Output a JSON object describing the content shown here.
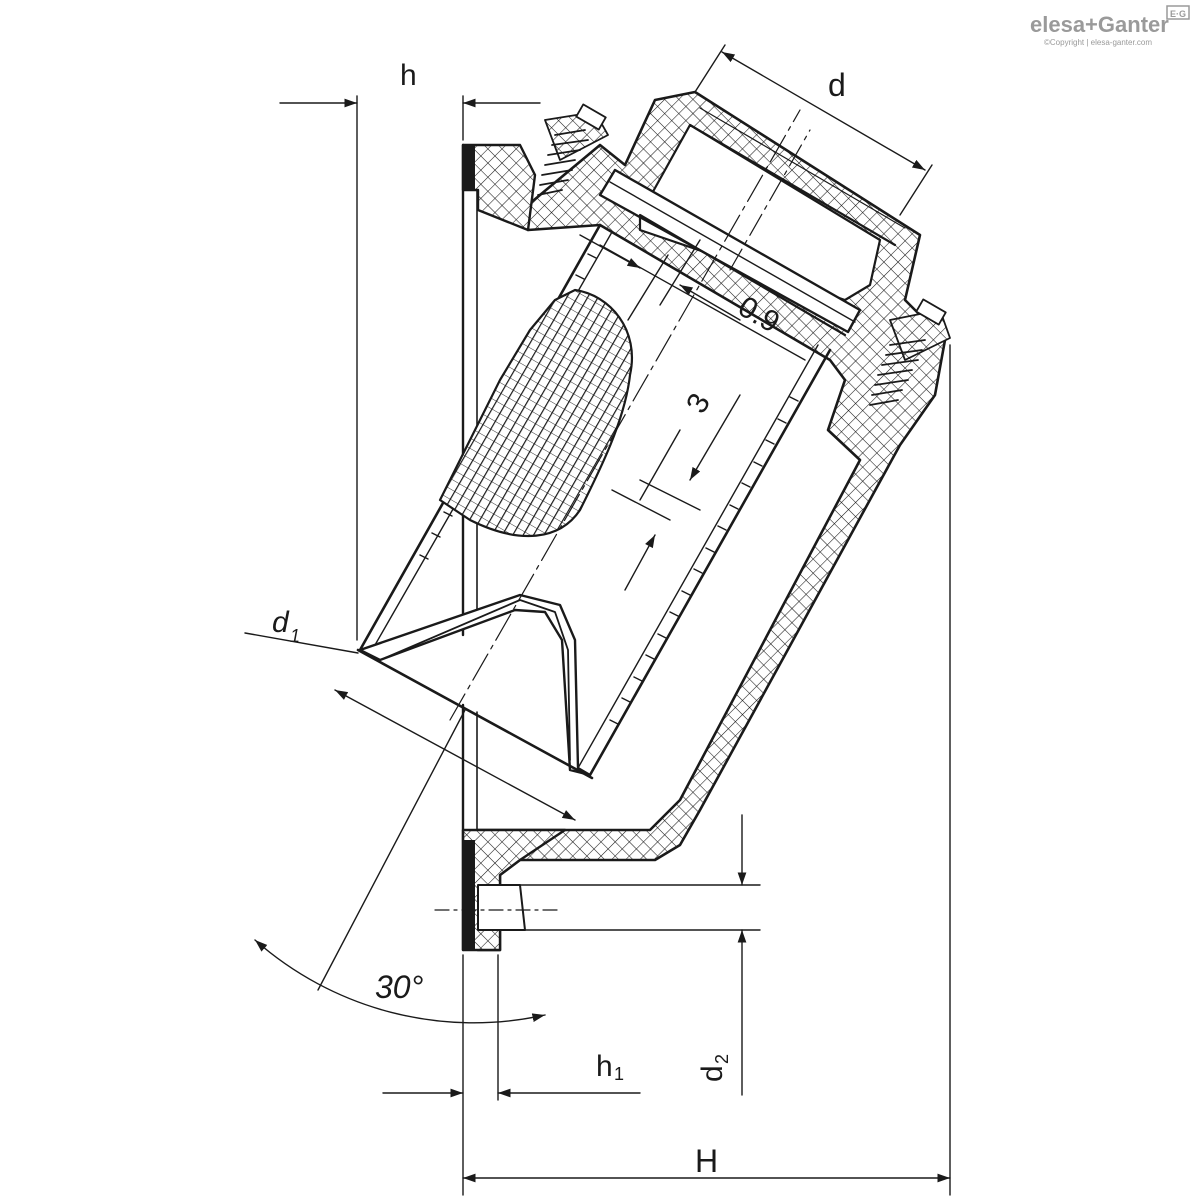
{
  "brand": {
    "logo_text": "elesa+Ganter",
    "logo_badge": "E·G",
    "copyright": "©Copyright | elesa-ganter.com",
    "logo_color": "#9a9a9a"
  },
  "dimensions": {
    "h": "h",
    "d": "d",
    "mesh": "0.9",
    "gap": "3",
    "d1_main": "d",
    "d1_sub": "1",
    "angle": "30°",
    "h1_main": "h",
    "h1_sub": "1",
    "d2_main": "d",
    "d2_sub": "2",
    "H": "H"
  },
  "colors": {
    "line": "#1a1a1a",
    "hatch_fill": "#ffffff"
  }
}
